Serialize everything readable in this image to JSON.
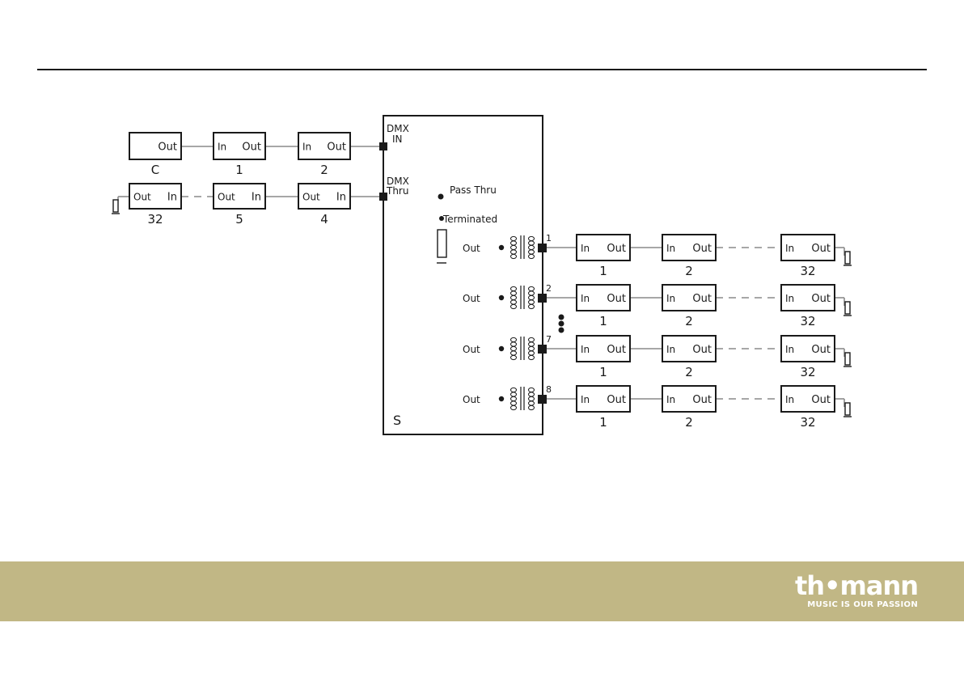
{
  "page": {
    "brand_name": "th•mann",
    "brand_tagline": "MUSIC IS OUR PASSION"
  },
  "diagram": {
    "splitter": {
      "label": "S",
      "dmx_in_line1": "DMX",
      "dmx_in_line2": "IN",
      "dmx_thru_line1": "DMX",
      "dmx_thru_line2": "Thru",
      "pass_thru": "Pass Thru",
      "terminated": "Terminated",
      "out_label": "Out",
      "outputs": [
        "1",
        "2",
        "7",
        "8"
      ]
    },
    "input_chain": [
      {
        "id": "C",
        "left": "",
        "right": "Out"
      },
      {
        "id": "1",
        "left": "In",
        "right": "Out"
      },
      {
        "id": "2",
        "left": "In",
        "right": "Out"
      }
    ],
    "thru_chain": [
      {
        "id": "32",
        "left": "Out",
        "right": "In"
      },
      {
        "id": "5",
        "left": "Out",
        "right": "In"
      },
      {
        "id": "4",
        "left": "Out",
        "right": "In"
      }
    ],
    "output_chain_ids": [
      "1",
      "2",
      "32"
    ],
    "output_chain_ports": {
      "in": "In",
      "out": "Out"
    }
  }
}
